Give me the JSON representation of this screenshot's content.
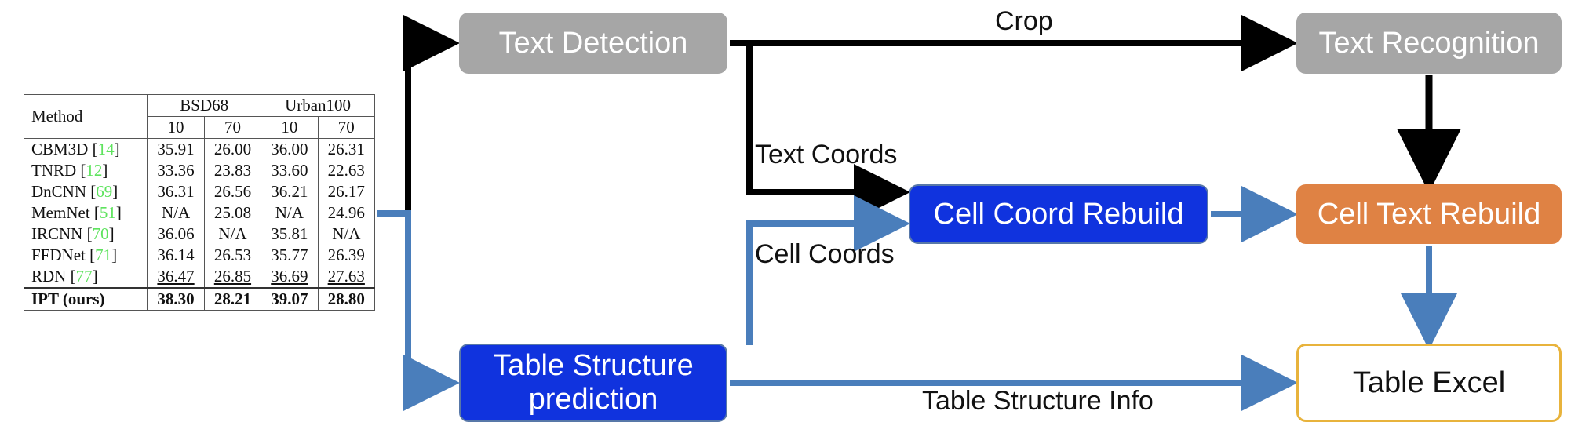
{
  "figure": {
    "type": "flow-diagram",
    "title": "Table recognition pipeline"
  },
  "colors": {
    "gray_node": "#a6a6a6",
    "blue_node": "#1033de",
    "orange_node": "#df8244",
    "amber_border": "#e8b33c",
    "black_arrow": "#000000",
    "blue_arrow": "#4a7ebb",
    "reference_green": "#5ee35e"
  },
  "nodes": {
    "text_detection": "Text Detection",
    "text_recognition": "Text Recognition",
    "cell_coord_rebuild": "Cell Coord Rebuild",
    "cell_text_rebuild": "Cell Text Rebuild",
    "table_structure_prediction": "Table Structure\nprediction",
    "table_structure_prediction_line1": "Table Structure",
    "table_structure_prediction_line2": "prediction",
    "table_excel": "Table Excel"
  },
  "edge_labels": {
    "crop": "Crop",
    "text_coords": "Text Coords",
    "cell_coords": "Cell Coords",
    "table_structure_info": "Table Structure Info"
  },
  "table": {
    "caption": "",
    "header": {
      "method": "Method",
      "groups": [
        {
          "name": "BSD68",
          "sublabels": [
            "10",
            "70"
          ]
        },
        {
          "name": "Urban100",
          "sublabels": [
            "10",
            "70"
          ]
        }
      ]
    },
    "rows": [
      {
        "method": "CBM3D",
        "ref": "14",
        "values": [
          "35.91",
          "26.00",
          "36.00",
          "26.31"
        ],
        "style": "normal"
      },
      {
        "method": "TNRD",
        "ref": "12",
        "values": [
          "33.36",
          "23.83",
          "33.60",
          "22.63"
        ],
        "style": "normal"
      },
      {
        "method": "DnCNN",
        "ref": "69",
        "values": [
          "36.31",
          "26.56",
          "36.21",
          "26.17"
        ],
        "style": "normal"
      },
      {
        "method": "MemNet",
        "ref": "51",
        "values": [
          "N/A",
          "25.08",
          "N/A",
          "24.96"
        ],
        "style": "normal"
      },
      {
        "method": "IRCNN",
        "ref": "70",
        "values": [
          "36.06",
          "N/A",
          "35.81",
          "N/A"
        ],
        "style": "normal"
      },
      {
        "method": "FFDNet",
        "ref": "71",
        "values": [
          "36.14",
          "26.53",
          "35.77",
          "26.39"
        ],
        "style": "normal"
      },
      {
        "method": "RDN",
        "ref": "77",
        "values": [
          "36.47",
          "26.85",
          "36.69",
          "27.63"
        ],
        "style": "underline"
      },
      {
        "method": "IPT (ours)",
        "ref": "",
        "values": [
          "38.30",
          "28.21",
          "39.07",
          "28.80"
        ],
        "style": "bold"
      }
    ]
  }
}
